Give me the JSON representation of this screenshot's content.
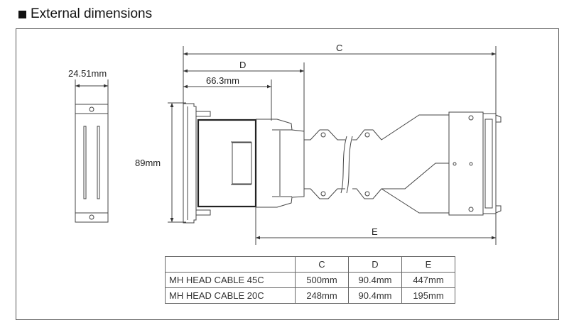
{
  "title": "External dimensions",
  "diagram": {
    "side_width": "24.51mm",
    "height": "89mm",
    "dim_c": "C",
    "dim_d": "D",
    "dim_663": "66.3mm",
    "dim_e": "E"
  },
  "table": {
    "headers": [
      "",
      "C",
      "D",
      "E"
    ],
    "rows": [
      [
        "MH HEAD CABLE 45C",
        "500mm",
        "90.4mm",
        "447mm"
      ],
      [
        "MH HEAD CABLE 20C",
        "248mm",
        "90.4mm",
        "195mm"
      ]
    ]
  }
}
